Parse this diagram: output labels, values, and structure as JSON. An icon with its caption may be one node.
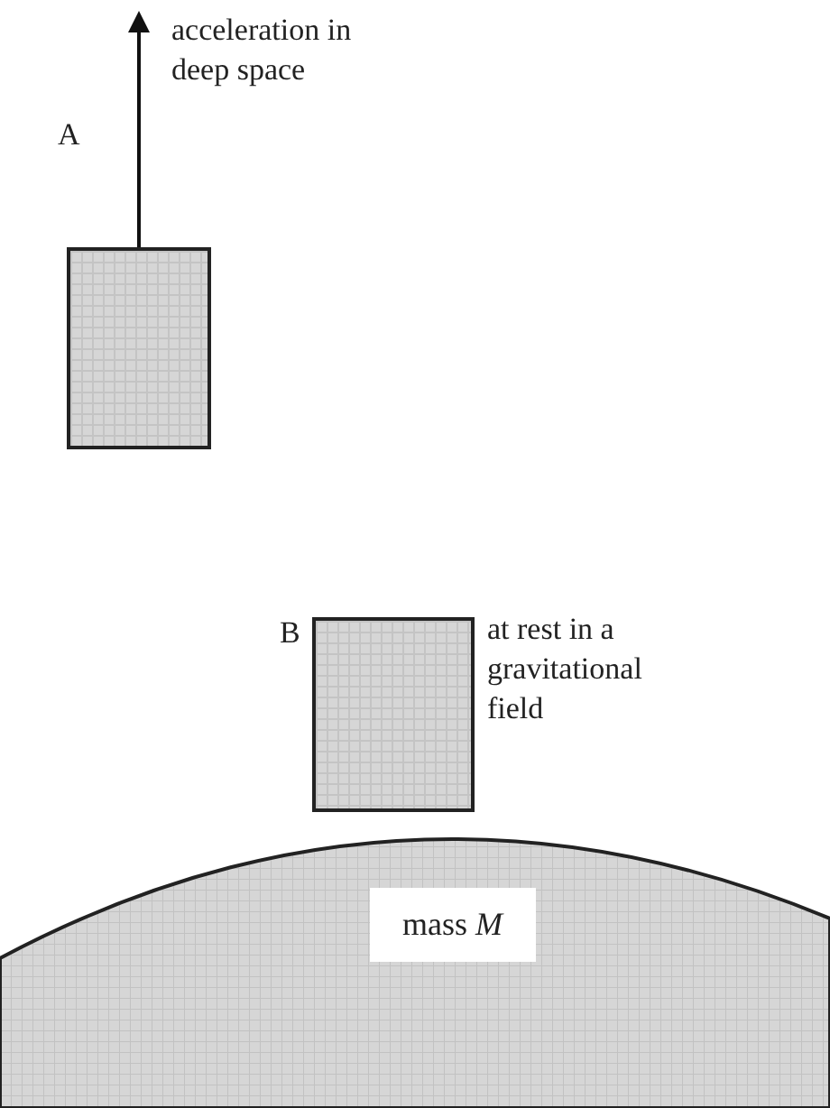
{
  "diagram": {
    "nodes": [
      {
        "text": [],
        "shape": "box",
        "beside": [
          "A",
          "acceleration in deep space"
        ]
      },
      {
        "text": [],
        "shape": "box",
        "beside": [
          "B",
          "at rest in a gravitational field"
        ]
      },
      {
        "text": [
          "mass *M*"
        ]
      }
    ]
  }
}
